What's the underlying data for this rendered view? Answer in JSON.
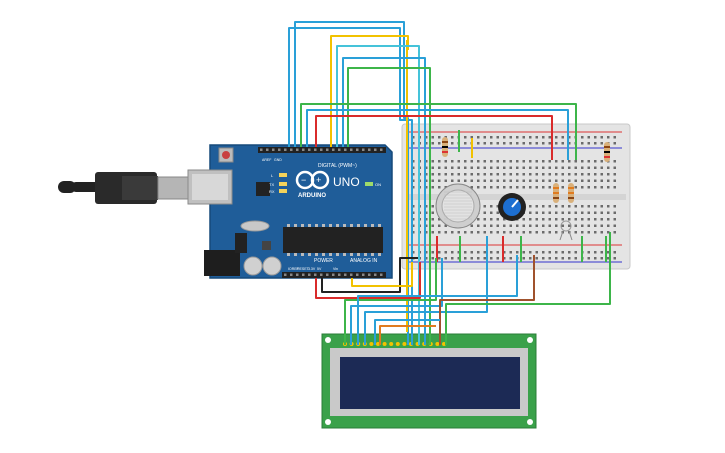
{
  "arduino": {
    "logo_text": "ARDUINO",
    "model": "UNO",
    "digital_label": "DIGITAL (PWM~)",
    "power_label": "POWER",
    "analog_label": "ANALOG IN",
    "pin_l": "L",
    "pin_tx": "TX",
    "pin_rx": "RX",
    "on_label": "ON",
    "aref": "AREF",
    "gnd": "GND",
    "ioref": "IOREF",
    "reset": "RESET",
    "v33": "3.3V",
    "v5": "5V",
    "vin": "Vin"
  },
  "colors": {
    "board": "#1f5d99",
    "breadboard": "#e8e8e8",
    "lcd_pcb": "#3aa14a",
    "lcd_screen": "#1c2a55",
    "wire_blue": "#2aa0d8",
    "wire_green": "#3db54a",
    "wire_red": "#d92b2b",
    "wire_yellow": "#f2c200",
    "wire_brown": "#a0522d",
    "wire_cyan": "#45c3d9",
    "wire_orange": "#e07b1f"
  }
}
